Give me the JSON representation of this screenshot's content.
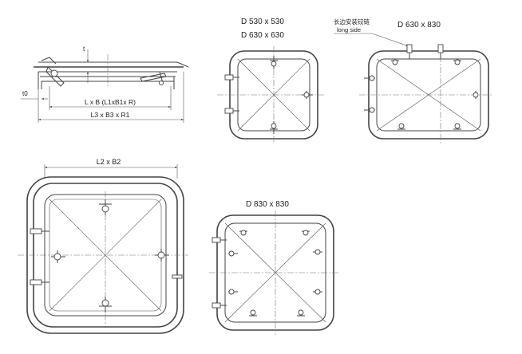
{
  "labels": {
    "t": "t",
    "t0": "t0",
    "lxb": "L x B (L1xB1x R)",
    "l3b3": "L3 x B3 x R1",
    "l2b2": "L2 x B2",
    "d530": "D 530 x 530",
    "d630": "D 630 x 630",
    "d630x830": "D 630 x 830",
    "hinge_cn": "长边安装铰链",
    "hinge_en": "long side",
    "d830": "D 830 x 830"
  }
}
